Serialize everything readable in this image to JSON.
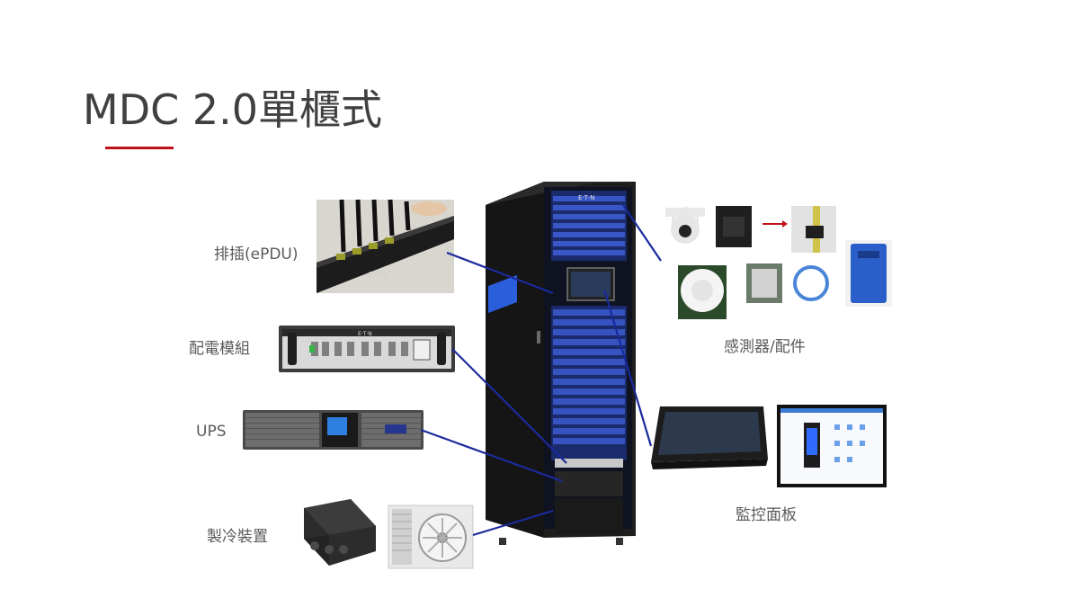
{
  "slide": {
    "title": "MDC 2.0單櫃式"
  },
  "labels": {
    "epdu": "排插(ePDU)",
    "power_module": "配電模組",
    "ups": "UPS",
    "cooling": "製冷裝置",
    "sensors": "感測器/配件",
    "monitor_panel": "監控面板"
  },
  "brand": {
    "logo_text": "E·T·N",
    "accent_color": "#c0101a",
    "connector_color": "#1a2a9c",
    "cabinet_glow": "#2f6bff"
  }
}
